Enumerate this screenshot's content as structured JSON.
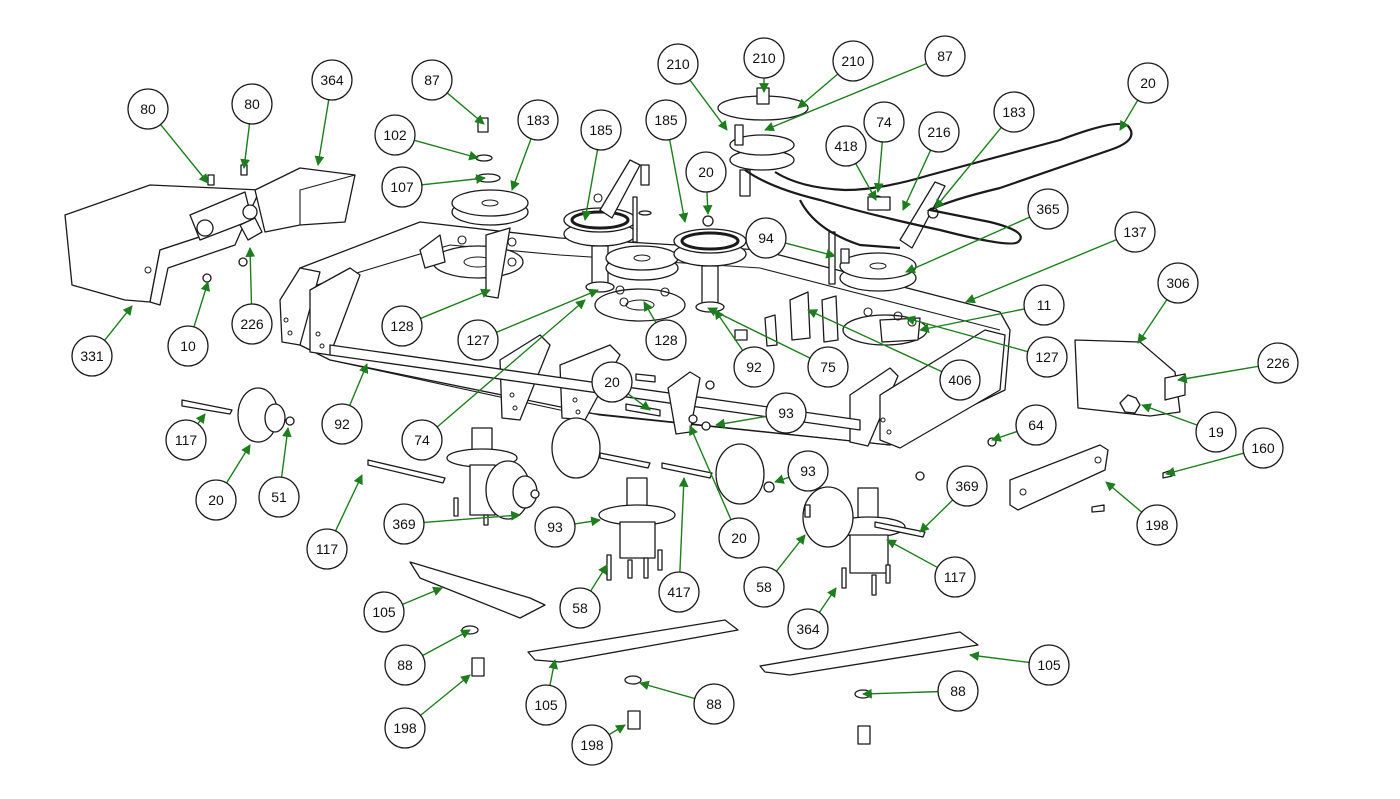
{
  "diagram": {
    "leader_color": "#1e7d1e",
    "callouts": [
      "331",
      "80",
      "80",
      "364",
      "10",
      "226",
      "87",
      "102",
      "107",
      "183",
      "185",
      "128",
      "127",
      "185",
      "20",
      "128",
      "92",
      "94",
      "210",
      "210",
      "210",
      "87",
      "74",
      "418",
      "216",
      "20",
      "183",
      "365",
      "137",
      "11",
      "127",
      "75",
      "406",
      "92",
      "74",
      "20",
      "93",
      "117",
      "20",
      "51",
      "117",
      "369",
      "93",
      "417",
      "20",
      "93",
      "369",
      "117",
      "58",
      "58",
      "364",
      "306",
      "226",
      "19",
      "64",
      "160",
      "198",
      "105",
      "88",
      "198",
      "105",
      "88",
      "198",
      "105",
      "88"
    ]
  }
}
